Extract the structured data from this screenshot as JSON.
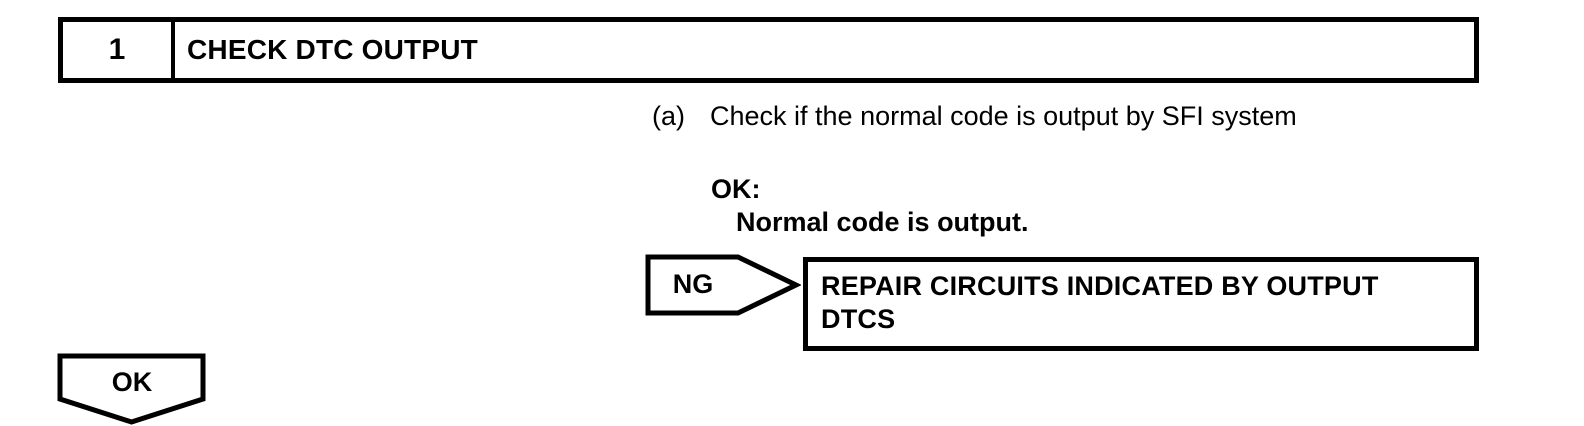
{
  "page": {
    "background": "#ffffff",
    "line_color": "#000000"
  },
  "step": {
    "number": "1",
    "title": "CHECK DTC OUTPUT"
  },
  "instruction": {
    "marker": "(a)",
    "text": "Check if the normal code is output by SFI system"
  },
  "ok_criteria": {
    "label": "OK:",
    "text": "Normal code is output."
  },
  "ng_branch": {
    "label": "NG",
    "action_lines": [
      "REPAIR CIRCUITS INDICATED BY OUTPUT",
      "DTCS"
    ]
  },
  "ok_branch": {
    "label": "OK"
  }
}
